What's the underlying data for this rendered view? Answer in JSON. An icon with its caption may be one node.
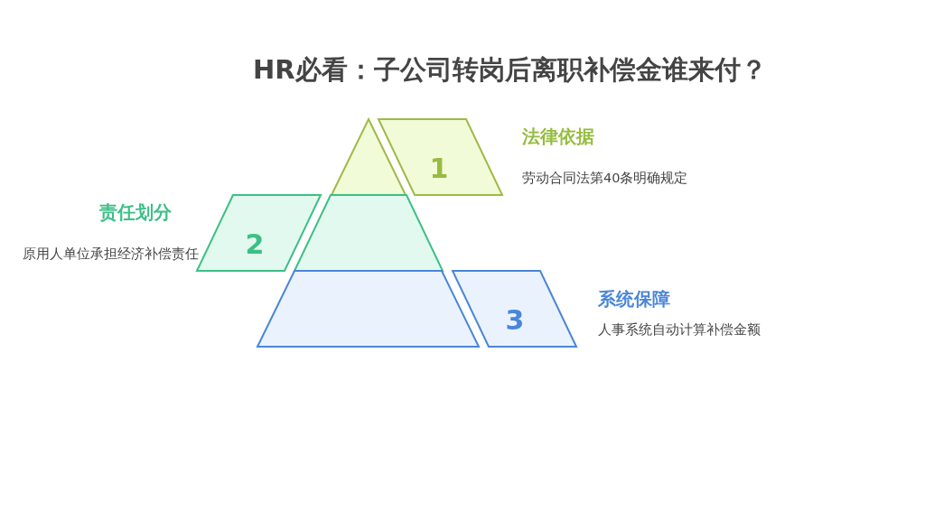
{
  "diagram": {
    "title": "HR必看：子公司转岗后离职补偿金谁来付？",
    "nodes": [
      {
        "text": [],
        "shape": "triangle"
      },
      {
        "text": [
          "1"
        ],
        "beside": [
          "法律依据",
          "劳动合同法第40条明确规定"
        ]
      },
      {
        "text": [
          "2"
        ],
        "beside": [
          "责任划分",
          "原用人单位承担经济补偿责任"
        ]
      },
      {
        "text": [],
        "shape": "trapezoid"
      },
      {
        "text": [],
        "shape": "trapezoid"
      },
      {
        "text": [
          "3"
        ],
        "beside": [
          "系统保障",
          "人事系统自动计算补偿金额"
        ]
      }
    ]
  }
}
